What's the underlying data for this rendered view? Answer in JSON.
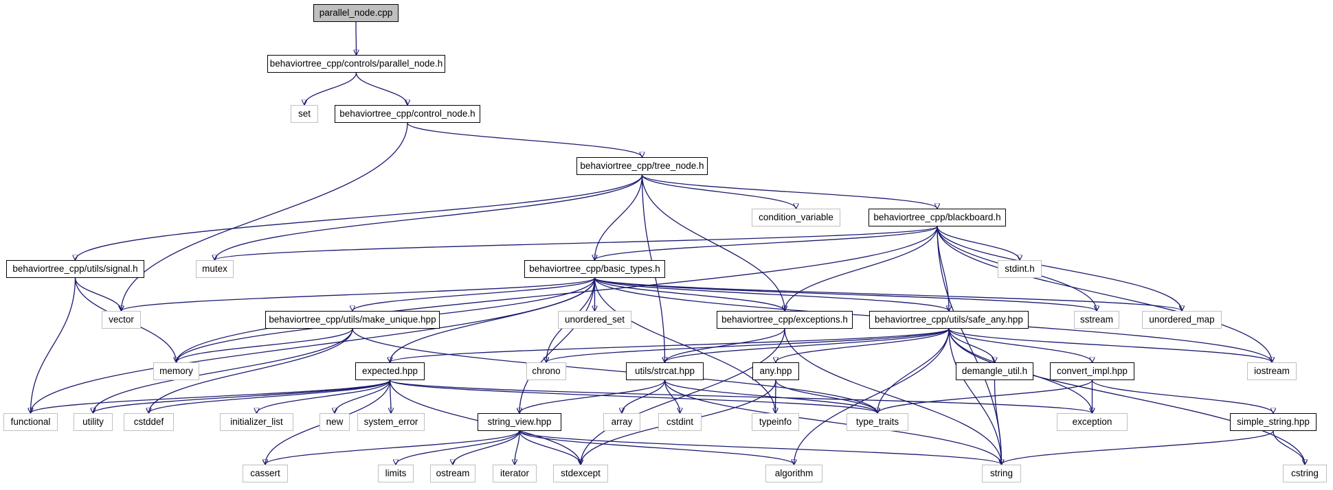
{
  "diagram": {
    "title": "",
    "nodes": [
      {
        "id": "root",
        "label": "parallel_node.cpp",
        "kind": "root"
      },
      {
        "id": "parallel_h",
        "label": "behaviortree_cpp/controls/parallel_node.h",
        "kind": "internal"
      },
      {
        "id": "set",
        "label": "set",
        "kind": "external"
      },
      {
        "id": "control_node",
        "label": "behaviortree_cpp/control_node.h",
        "kind": "internal"
      },
      {
        "id": "tree_node",
        "label": "behaviortree_cpp/tree_node.h",
        "kind": "internal"
      },
      {
        "id": "condition_variable",
        "label": "condition_variable",
        "kind": "external"
      },
      {
        "id": "blackboard",
        "label": "behaviortree_cpp/blackboard.h",
        "kind": "internal"
      },
      {
        "id": "signal",
        "label": "behaviortree_cpp/utils/signal.h",
        "kind": "internal"
      },
      {
        "id": "mutex",
        "label": "mutex",
        "kind": "external"
      },
      {
        "id": "basic_types",
        "label": "behaviortree_cpp/basic_types.h",
        "kind": "internal"
      },
      {
        "id": "stdint",
        "label": "stdint.h",
        "kind": "external"
      },
      {
        "id": "vector",
        "label": "vector",
        "kind": "external"
      },
      {
        "id": "make_unique",
        "label": "behaviortree_cpp/utils/make_unique.hpp",
        "kind": "internal"
      },
      {
        "id": "unordered_set",
        "label": "unordered_set",
        "kind": "external"
      },
      {
        "id": "exceptions",
        "label": "behaviortree_cpp/exceptions.h",
        "kind": "internal"
      },
      {
        "id": "safe_any",
        "label": "behaviortree_cpp/utils/safe_any.hpp",
        "kind": "internal"
      },
      {
        "id": "sstream",
        "label": "sstream",
        "kind": "external"
      },
      {
        "id": "unordered_map",
        "label": "unordered_map",
        "kind": "external"
      },
      {
        "id": "memory",
        "label": "memory",
        "kind": "external"
      },
      {
        "id": "expected",
        "label": "expected.hpp",
        "kind": "internal"
      },
      {
        "id": "chrono",
        "label": "chrono",
        "kind": "external"
      },
      {
        "id": "strcat",
        "label": "utils/strcat.hpp",
        "kind": "internal"
      },
      {
        "id": "any",
        "label": "any.hpp",
        "kind": "internal"
      },
      {
        "id": "demangle",
        "label": "demangle_util.h",
        "kind": "internal"
      },
      {
        "id": "convert_impl",
        "label": "convert_impl.hpp",
        "kind": "internal"
      },
      {
        "id": "iostream",
        "label": "iostream",
        "kind": "external"
      },
      {
        "id": "functional",
        "label": "functional",
        "kind": "external"
      },
      {
        "id": "utility",
        "label": "utility",
        "kind": "external"
      },
      {
        "id": "cstddef",
        "label": "cstddef",
        "kind": "external"
      },
      {
        "id": "initializer_list",
        "label": "initializer_list",
        "kind": "external"
      },
      {
        "id": "new",
        "label": "new",
        "kind": "external"
      },
      {
        "id": "system_error",
        "label": "system_error",
        "kind": "external"
      },
      {
        "id": "string_view",
        "label": "string_view.hpp",
        "kind": "internal"
      },
      {
        "id": "array",
        "label": "array",
        "kind": "external"
      },
      {
        "id": "cstdint",
        "label": "cstdint",
        "kind": "external"
      },
      {
        "id": "typeinfo",
        "label": "typeinfo",
        "kind": "external"
      },
      {
        "id": "type_traits",
        "label": "type_traits",
        "kind": "external"
      },
      {
        "id": "exception",
        "label": "exception",
        "kind": "external"
      },
      {
        "id": "simple_string",
        "label": "simple_string.hpp",
        "kind": "internal"
      },
      {
        "id": "cassert",
        "label": "cassert",
        "kind": "external"
      },
      {
        "id": "limits",
        "label": "limits",
        "kind": "external"
      },
      {
        "id": "ostream",
        "label": "ostream",
        "kind": "external"
      },
      {
        "id": "iterator",
        "label": "iterator",
        "kind": "external"
      },
      {
        "id": "stdexcept",
        "label": "stdexcept",
        "kind": "external"
      },
      {
        "id": "algorithm",
        "label": "algorithm",
        "kind": "external"
      },
      {
        "id": "string",
        "label": "string",
        "kind": "external"
      },
      {
        "id": "cstring",
        "label": "cstring",
        "kind": "external"
      }
    ],
    "edges": [
      [
        "root",
        "parallel_h"
      ],
      [
        "parallel_h",
        "set"
      ],
      [
        "parallel_h",
        "control_node"
      ],
      [
        "control_node",
        "tree_node"
      ],
      [
        "control_node",
        "vector"
      ],
      [
        "tree_node",
        "signal"
      ],
      [
        "tree_node",
        "mutex"
      ],
      [
        "tree_node",
        "basic_types"
      ],
      [
        "tree_node",
        "strcat"
      ],
      [
        "tree_node",
        "exceptions"
      ],
      [
        "tree_node",
        "condition_variable"
      ],
      [
        "tree_node",
        "blackboard"
      ],
      [
        "blackboard",
        "mutex"
      ],
      [
        "blackboard",
        "memory"
      ],
      [
        "blackboard",
        "basic_types"
      ],
      [
        "blackboard",
        "exceptions"
      ],
      [
        "blackboard",
        "safe_any"
      ],
      [
        "blackboard",
        "stdint"
      ],
      [
        "blackboard",
        "sstream"
      ],
      [
        "blackboard",
        "unordered_map"
      ],
      [
        "blackboard",
        "iostream"
      ],
      [
        "blackboard",
        "string"
      ],
      [
        "signal",
        "vector"
      ],
      [
        "signal",
        "memory"
      ],
      [
        "signal",
        "functional"
      ],
      [
        "basic_types",
        "vector"
      ],
      [
        "basic_types",
        "memory"
      ],
      [
        "basic_types",
        "functional"
      ],
      [
        "basic_types",
        "make_unique"
      ],
      [
        "basic_types",
        "expected"
      ],
      [
        "basic_types",
        "string_view"
      ],
      [
        "basic_types",
        "chrono"
      ],
      [
        "basic_types",
        "unordered_set"
      ],
      [
        "basic_types",
        "typeinfo"
      ],
      [
        "basic_types",
        "exceptions"
      ],
      [
        "basic_types",
        "safe_any"
      ],
      [
        "basic_types",
        "sstream"
      ],
      [
        "basic_types",
        "unordered_map"
      ],
      [
        "basic_types",
        "iostream"
      ],
      [
        "make_unique",
        "memory"
      ],
      [
        "make_unique",
        "utility"
      ],
      [
        "make_unique",
        "cstddef"
      ],
      [
        "make_unique",
        "type_traits"
      ],
      [
        "exceptions",
        "strcat"
      ],
      [
        "exceptions",
        "stdexcept"
      ],
      [
        "exceptions",
        "string"
      ],
      [
        "safe_any",
        "expected"
      ],
      [
        "safe_any",
        "chrono"
      ],
      [
        "safe_any",
        "strcat"
      ],
      [
        "safe_any",
        "any"
      ],
      [
        "safe_any",
        "demangle"
      ],
      [
        "safe_any",
        "convert_impl"
      ],
      [
        "safe_any",
        "type_traits"
      ],
      [
        "safe_any",
        "algorithm"
      ],
      [
        "safe_any",
        "string"
      ],
      [
        "safe_any",
        "exception"
      ],
      [
        "safe_any",
        "cstring"
      ],
      [
        "safe_any",
        "iostream"
      ],
      [
        "expected",
        "functional"
      ],
      [
        "expected",
        "utility"
      ],
      [
        "expected",
        "cstddef"
      ],
      [
        "expected",
        "initializer_list"
      ],
      [
        "expected",
        "new"
      ],
      [
        "expected",
        "system_error"
      ],
      [
        "expected",
        "cassert"
      ],
      [
        "expected",
        "stdexcept"
      ],
      [
        "expected",
        "type_traits"
      ],
      [
        "expected",
        "exception"
      ],
      [
        "strcat",
        "string_view"
      ],
      [
        "strcat",
        "array"
      ],
      [
        "strcat",
        "cstdint"
      ],
      [
        "strcat",
        "string"
      ],
      [
        "strcat",
        "type_traits"
      ],
      [
        "any",
        "typeinfo"
      ],
      [
        "any",
        "type_traits"
      ],
      [
        "any",
        "stdexcept"
      ],
      [
        "demangle",
        "string"
      ],
      [
        "convert_impl",
        "type_traits"
      ],
      [
        "convert_impl",
        "exception"
      ],
      [
        "convert_impl",
        "simple_string"
      ],
      [
        "simple_string",
        "string"
      ],
      [
        "simple_string",
        "cstring"
      ],
      [
        "string_view",
        "cassert"
      ],
      [
        "string_view",
        "limits"
      ],
      [
        "string_view",
        "ostream"
      ],
      [
        "string_view",
        "iterator"
      ],
      [
        "string_view",
        "stdexcept"
      ],
      [
        "string_view",
        "algorithm"
      ],
      [
        "string_view",
        "string"
      ]
    ]
  },
  "colors": {
    "edge": "#191970",
    "internal_border": "#000000",
    "external_border": "#bfbfbf",
    "root_fill": "#bfbfbf",
    "background": "#ffffff"
  }
}
